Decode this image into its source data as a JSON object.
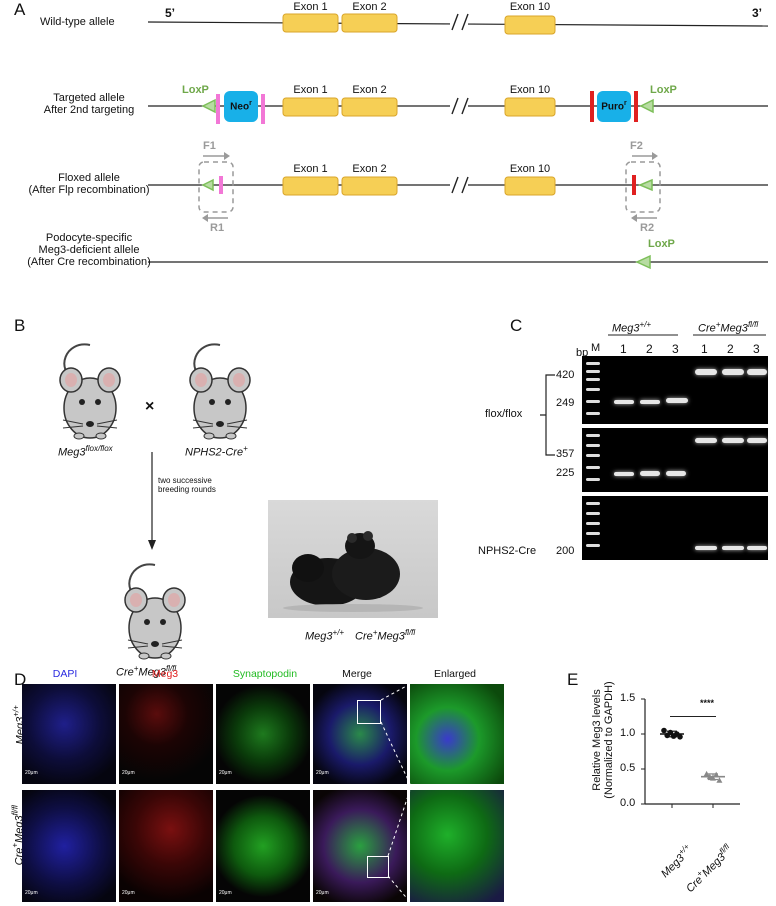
{
  "panels": {
    "a": "A",
    "b": "B",
    "c": "C",
    "d": "D",
    "e": "E"
  },
  "panelA": {
    "five_prime": "5’",
    "three_prime": "3’",
    "rows": [
      {
        "label": "Wild-type allele"
      },
      {
        "label": "Targeted allele\nAfter 2nd targeting"
      },
      {
        "label": "Floxed allele\n(After Flp recombination)"
      },
      {
        "label": "Podocyte-specific\nMeg3-deficient allele\n(After Cre recombination)"
      }
    ],
    "exon1": "Exon 1",
    "exon2": "Exon 2",
    "exon10": "Exon 10",
    "loxp": "LoxP",
    "neo": "Neo",
    "neo_sup": "r",
    "puro": "Puro",
    "puro_sup": "r",
    "f1": "F1",
    "r1": "R1",
    "f2": "F2",
    "r2": "R2",
    "colors": {
      "exon": "#f6cf55",
      "exon_border": "#d9a52a",
      "cassette": "#18b0e8",
      "pink": "#f277d6",
      "red": "#e02020",
      "loxp": "#7dbf5a",
      "primer": "#9a9a9a"
    }
  },
  "panelB": {
    "parent1": "Meg3",
    "parent1_sup": "flox/flox",
    "parent2": "NPHS2-Cre",
    "parent2_sup": "+",
    "cross": "×",
    "arrow_text": "two successive\nbreeding rounds",
    "offspring_a": "Cre",
    "offspring_sup_a": "+",
    "offspring_b": "Meg3",
    "offspring_sup_b": "fl/fl",
    "photo_label_1": "Meg3",
    "photo_label_1_sup": "+/+",
    "photo_label_2a": "Cre",
    "photo_label_2a_sup": "+",
    "photo_label_2b": "Meg3",
    "photo_label_2b_sup": "fl/fl"
  },
  "panelC": {
    "group1": "Meg3",
    "group1_sup": "+/+",
    "group2a": "Cre",
    "group2a_sup": "+",
    "group2b": "Meg3",
    "group2b_sup": "fl/fl",
    "bp": "bp",
    "marker": "M",
    "lanes": [
      "1",
      "2",
      "3",
      "1",
      "2",
      "3"
    ],
    "sizes": [
      "420",
      "249",
      "357",
      "225",
      "200"
    ],
    "row_label_1": "flox/flox",
    "row_label_2": "NPHS2-Cre"
  },
  "panelD": {
    "columns": [
      "DAPI",
      "Meg3",
      "Synaptopodin",
      "Merge",
      "Enlarged"
    ],
    "column_colors": [
      "#2a2ae0",
      "#e02020",
      "#22bb22",
      "#111111",
      "#111111"
    ],
    "row1": "Meg3",
    "row1_sup": "+/+",
    "row2a": "Cre",
    "row2a_sup": "+",
    "row2b": "Meg3",
    "row2b_sup": "fl/fl",
    "scale": "20μm"
  },
  "panelE": {
    "ylabel_1": "Relative Meg3 levels",
    "ylabel_2": "(Normalized to GAPDH)",
    "yticks": [
      "0.0",
      "0.5",
      "1.0",
      "1.5"
    ],
    "sig": "****",
    "xcat1": "Meg3",
    "xcat1_sup": "+/+",
    "xcat2a": "Cre",
    "xcat2a_sup": "+",
    "xcat2b": "Meg3",
    "xcat2b_sup": "fl/fl"
  },
  "chart_data": {
    "type": "scatter",
    "categories": [
      "Meg3+/+",
      "Cre+Meg3fl/fl"
    ],
    "series": [
      {
        "name": "Meg3+/+",
        "values": [
          1.05,
          0.98,
          1.02,
          0.97,
          1.0,
          0.96
        ],
        "mean": 1.0,
        "sd": 0.04
      },
      {
        "name": "Cre+Meg3fl/fl",
        "values": [
          0.43,
          0.39,
          0.37,
          0.42,
          0.34
        ],
        "mean": 0.39,
        "sd": 0.04
      }
    ],
    "ylabel": "Relative Meg3 levels (Normalized to GAPDH)",
    "ylim": [
      0,
      1.5
    ],
    "yticks": [
      0.0,
      0.5,
      1.0,
      1.5
    ],
    "annotation": "****"
  }
}
